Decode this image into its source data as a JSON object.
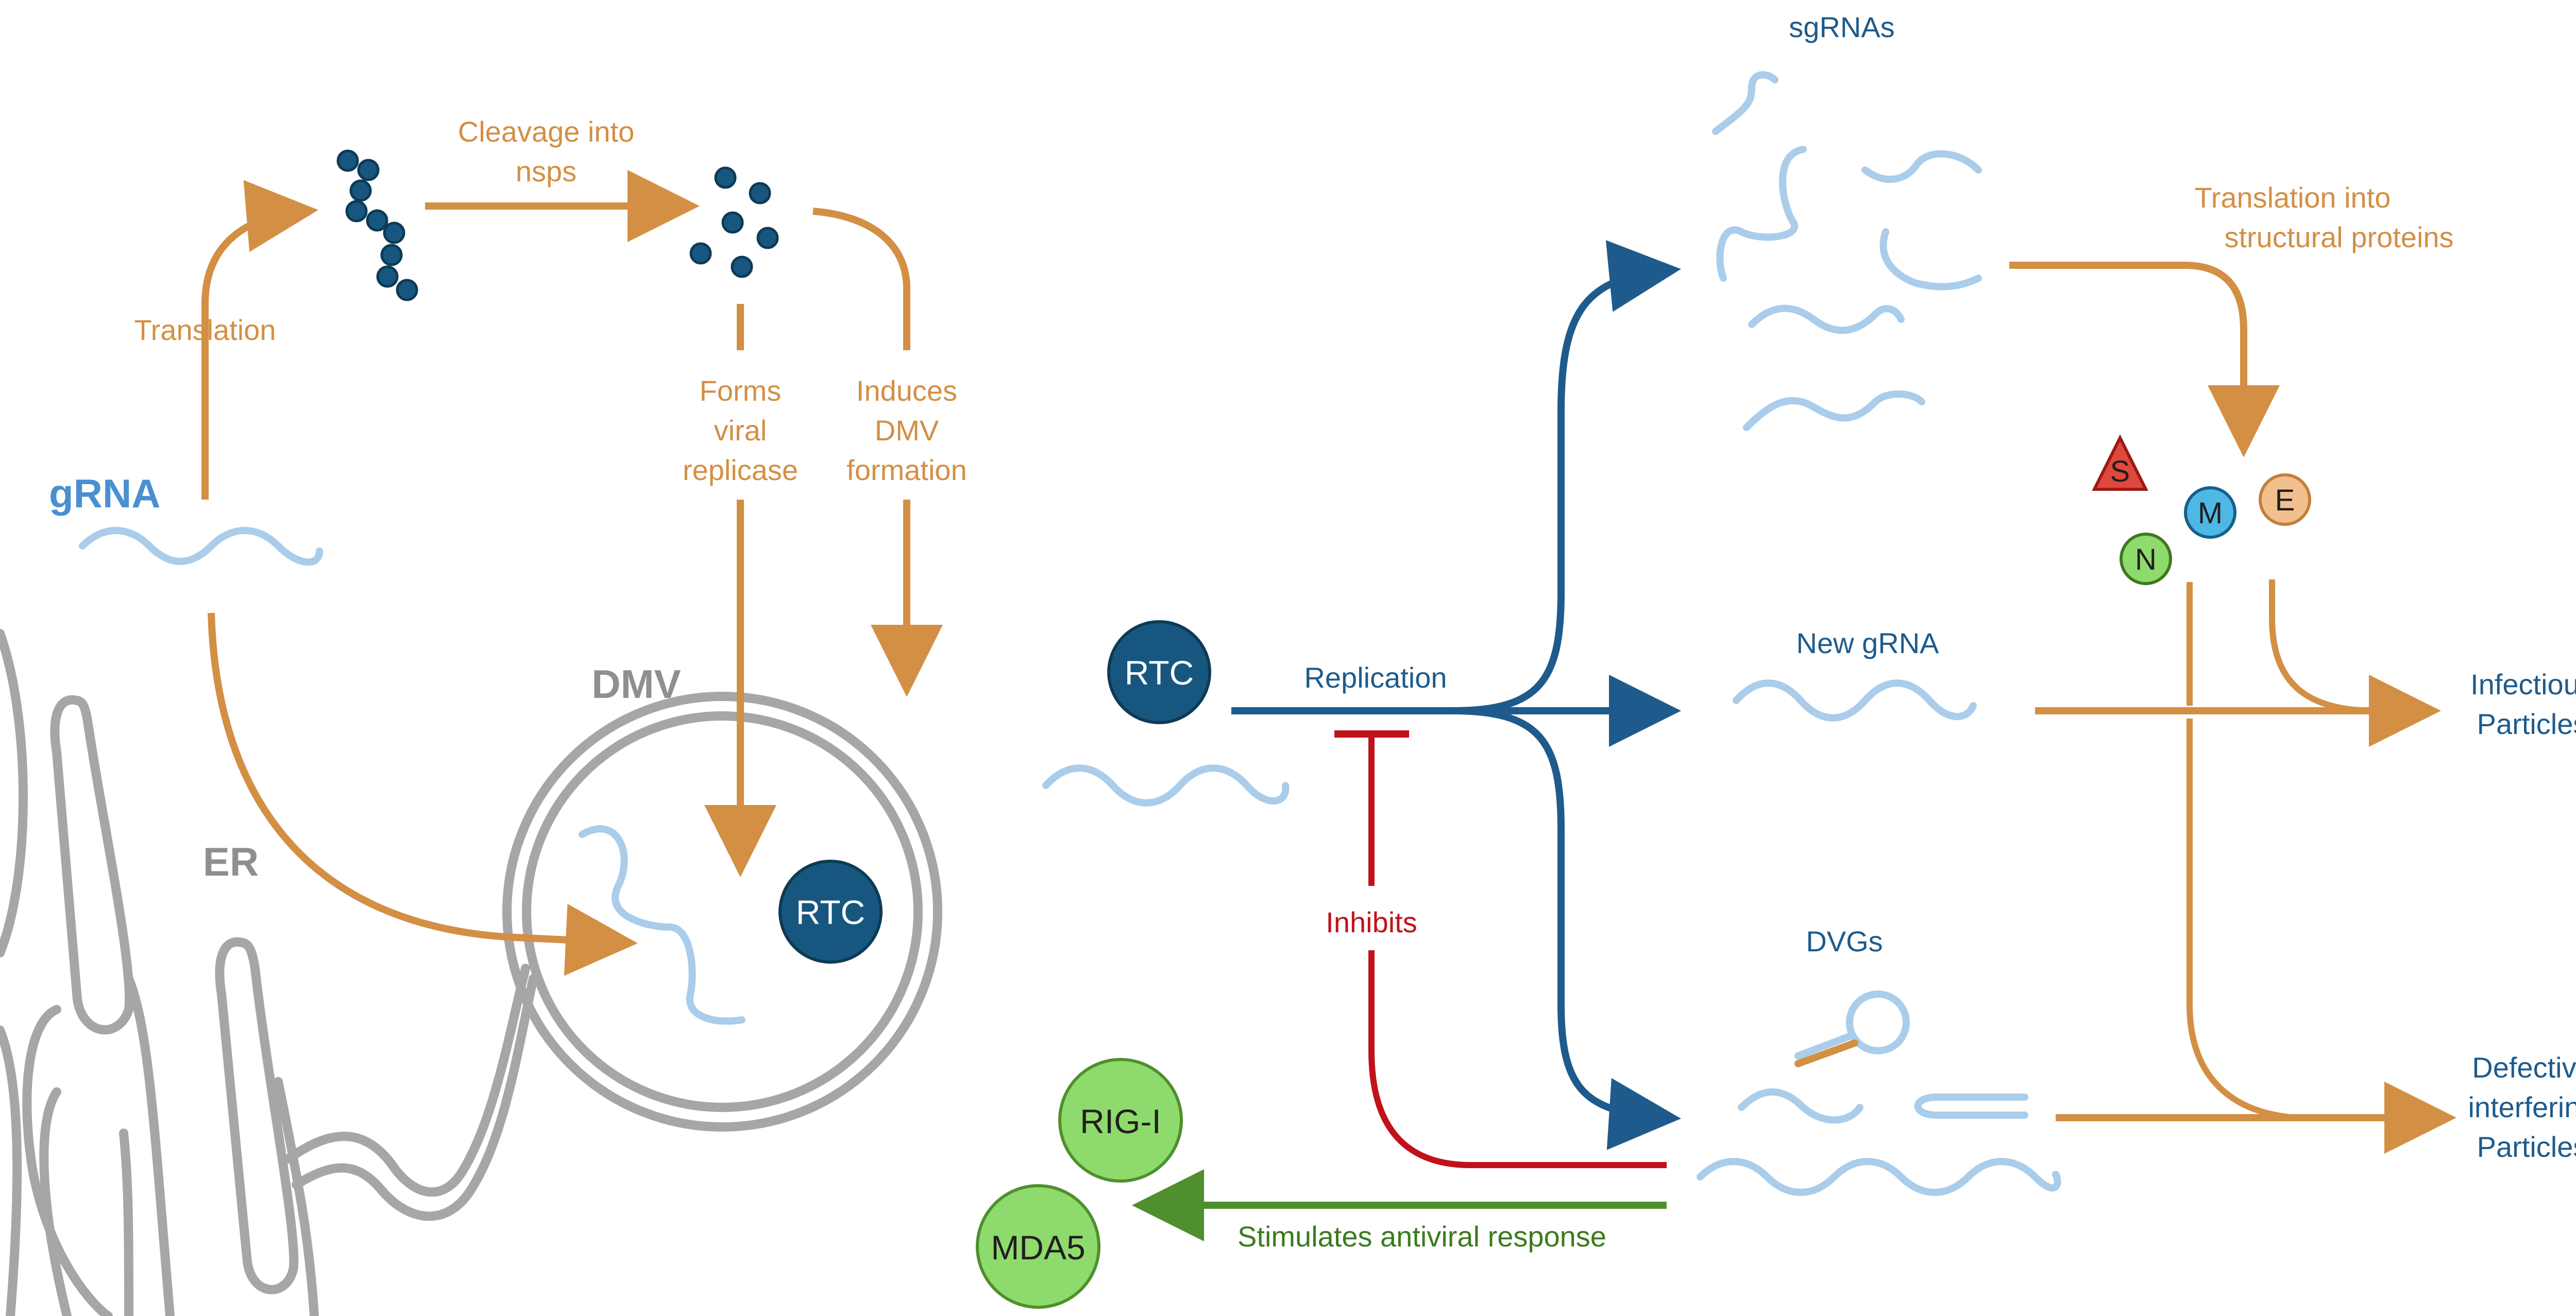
{
  "colors": {
    "orange": "#d38f44",
    "blue": "#1e5b8c",
    "light_blue_rna": "#a9cdea",
    "gray": "#a6a6a6",
    "red": "#c0121b",
    "green": "#4f8f2e",
    "rtc_fill": "#17577f",
    "sensor_fill": "#8fda6c"
  },
  "left": {
    "grna_label": "gRNA",
    "translation_label": "Translation",
    "cleavage_label_line1": "Cleavage into",
    "cleavage_label_line2": "nsps",
    "forms_line1": "Forms",
    "forms_line2": "viral",
    "forms_line3": "replicase",
    "induces_line1": "Induces",
    "induces_line2": "DMV",
    "induces_line3": "formation",
    "dmv_label": "DMV",
    "er_label": "ER",
    "rtc_label": "RTC"
  },
  "right": {
    "rtc_label": "RTC",
    "replication_label": "Replication",
    "sgrnas_label": "sgRNAs",
    "translation_line1": "Translation into",
    "translation_line2": "structural proteins",
    "new_grna_label": "New gRNA",
    "dvgs_label": "DVGs",
    "infectious_line1": "Infectious",
    "infectious_line2": "Particles",
    "dip_line1": "Defective",
    "dip_line2": "interfering",
    "dip_line3": "Particles",
    "inhibits_label": "Inhibits",
    "stimulates_label": "Stimulates antiviral response",
    "rigi_label": "RIG-I",
    "mda5_label": "MDA5",
    "protein_s": "S",
    "protein_m": "M",
    "protein_e": "E",
    "protein_n": "N"
  }
}
